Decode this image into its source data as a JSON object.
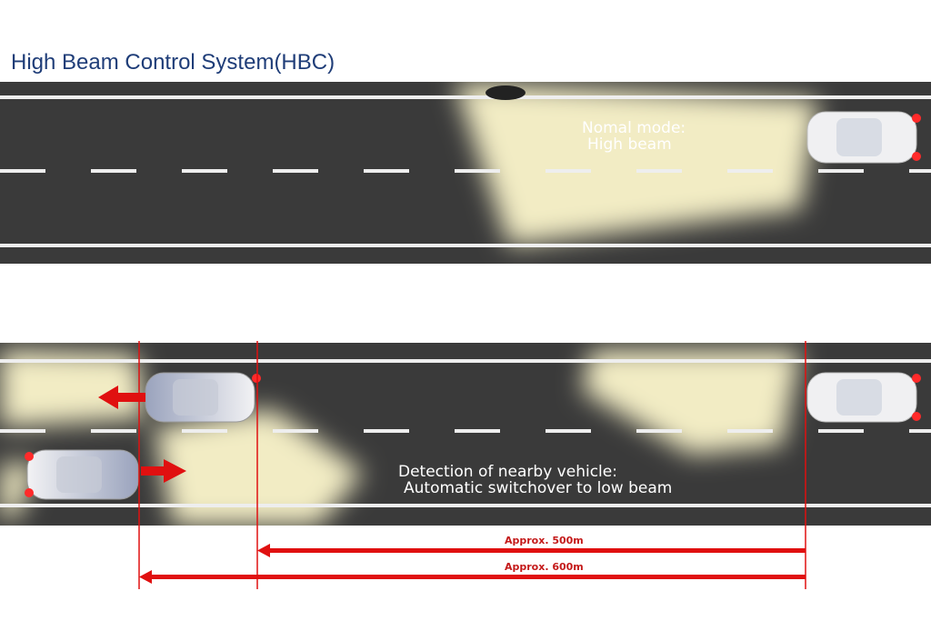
{
  "title": "High Beam Control System(HBC)",
  "top_scene": {
    "line1": "Nomal mode:",
    "line2": "High beam"
  },
  "bottom_scene": {
    "line1": "Detection of nearby vehicle:",
    "line2": "Automatic switchover to low beam"
  },
  "distances": {
    "near": "Approx. 500m",
    "far": "Approx. 600m"
  },
  "colors": {
    "title": "#1f3d78",
    "road": "#3a3a3a",
    "beam": "#f2ecc4",
    "marker": "#e01010"
  }
}
